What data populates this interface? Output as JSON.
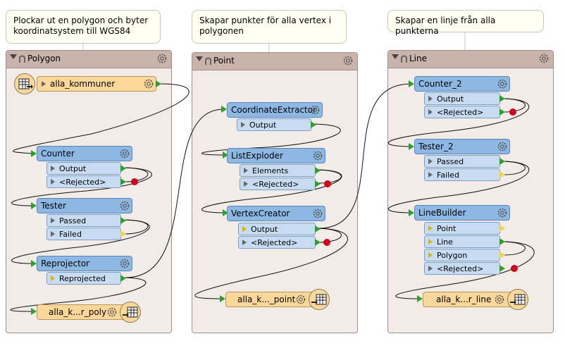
{
  "notes": {
    "polygon": "Plockar ut en polygon och byter koordinatsystem till WGS84",
    "point": "Skapar punkter för alla vertex i polygonen",
    "line": "Skapar en linje från alla punkterna"
  },
  "bookmarks": {
    "polygon": "Polygon",
    "point": "Point",
    "line": "Line"
  },
  "polygon": {
    "reader": "alla_kommuner",
    "counter": {
      "name": "Counter",
      "output": "Output",
      "rejected": "<Rejected>"
    },
    "tester": {
      "name": "Tester",
      "passed": "Passed",
      "failed": "Failed"
    },
    "reprojector": {
      "name": "Reprojector",
      "reprojected": "Reprojected"
    },
    "writer": "alla_k...r_poly"
  },
  "point": {
    "coord": {
      "name": "CoordinateExtractor",
      "output": "Output"
    },
    "list": {
      "name": "ListExploder",
      "elements": "Elements",
      "rejected": "<Rejected>"
    },
    "vertex": {
      "name": "VertexCreator",
      "output": "Output",
      "rejected": "<Rejected>"
    },
    "writer": "alla_k..._point"
  },
  "line": {
    "counter2": {
      "name": "Counter_2",
      "output": "Output",
      "rejected": "<Rejected>"
    },
    "tester2": {
      "name": "Tester_2",
      "passed": "Passed",
      "failed": "Failed"
    },
    "builder": {
      "name": "LineBuilder",
      "point": "Point",
      "line": "Line",
      "polygon": "Polygon",
      "rejected": "<Rejected>"
    },
    "writer": "alla_k...r_line"
  }
}
